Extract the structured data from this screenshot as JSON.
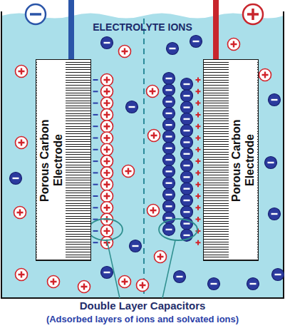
{
  "diagram": {
    "nodes": [
      {
        "text": [
          "Porous Carbon Electrode"
        ]
      },
      {
        "text": [
          "Porous Carbon Electrode"
        ]
      }
    ],
    "labels": [
      "ELECTROLYTE IONS",
      "Double Layer Capacitors",
      "(Adsorbed layers of ions and solvated ions)"
    ]
  }
}
